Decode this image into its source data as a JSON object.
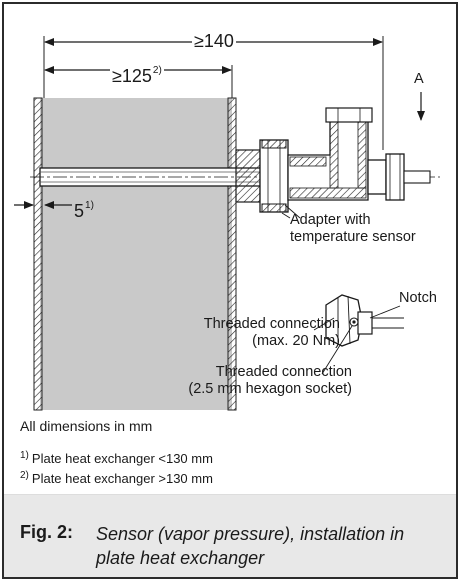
{
  "dimensions": {
    "overall": "≥140",
    "inner": "≥125",
    "inner_note": "2)",
    "offset": "5",
    "offset_note": "1)"
  },
  "labels": {
    "view_arrow": "A",
    "adapter_line1": "Adapter with",
    "adapter_line2": "temperature sensor",
    "notch": "Notch",
    "thread1_line1": "Threaded connection",
    "thread1_line2": "(max. 20 Nm)",
    "thread2_line1": "Threaded connection",
    "thread2_line2": "(2.5 mm hexagon socket)"
  },
  "notes": {
    "units": "All dimensions in mm",
    "note1_marker": "1)",
    "note1_text": "Plate heat exchanger <130 mm",
    "note2_marker": "2)",
    "note2_text": "Plate heat exchanger >130 mm"
  },
  "caption": {
    "label": "Fig. 2:",
    "text": "Sensor (vapor pressure), installation in plate heat exchanger"
  }
}
